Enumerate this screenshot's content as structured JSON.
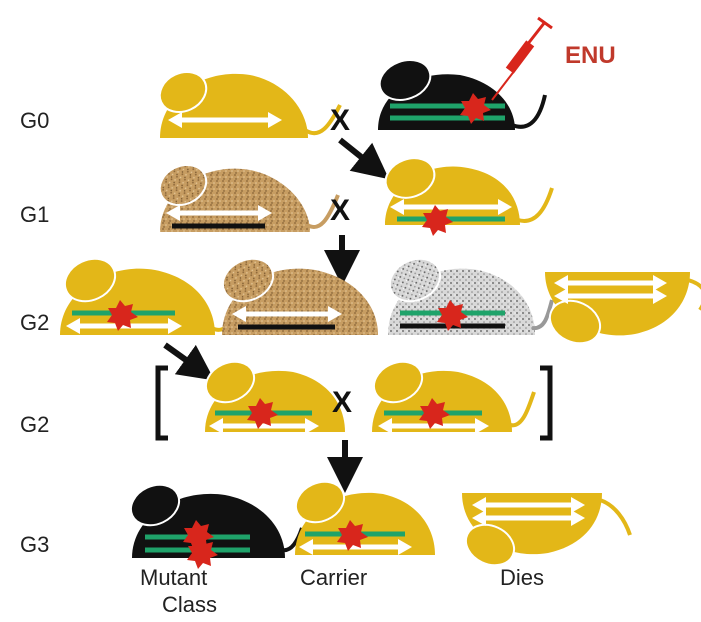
{
  "generations": [
    "G0",
    "G1",
    "G2",
    "G2",
    "G3"
  ],
  "cross_symbol": "X",
  "mutagen": "ENU",
  "outcomes": {
    "mutant_line1": "Mutant",
    "mutant_line2": "Class",
    "carrier": "Carrier",
    "dies": "Dies"
  },
  "colors": {
    "wildtype_yellow": "#e3b718",
    "mutagenized_black": "#111111",
    "agouti_brown": "#c79d62",
    "speckled_gray": "#c8c8c8",
    "mutation_red": "#d8261c",
    "mutant_chromosome_green": "#1fa36a",
    "wildtype_chromosome_white": "#ffffff",
    "balancer_black": "#111111"
  }
}
